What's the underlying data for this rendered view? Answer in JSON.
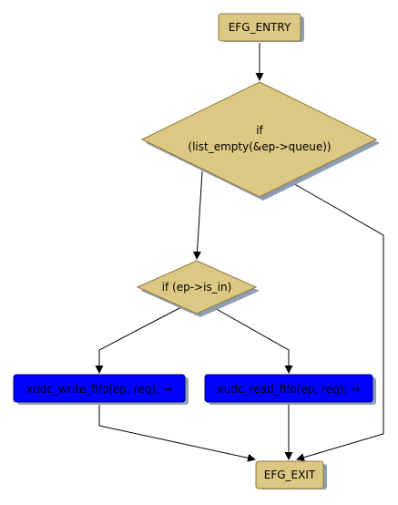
{
  "diagram": {
    "nodes": {
      "entry": {
        "label": "EFG_ENTRY",
        "shape": "rounded-rect"
      },
      "cond_queue": {
        "label_line1": "if",
        "label_line2": "(list_empty(&ep->queue))",
        "shape": "diamond"
      },
      "cond_is_in": {
        "label": "if (ep->is_in)",
        "shape": "diamond"
      },
      "write_fifo": {
        "label": "xudc_write_fifo(ep, req); →",
        "shape": "rounded-rect"
      },
      "read_fifo": {
        "label": "xudc_read_fifo(ep, req); →",
        "shape": "rounded-rect"
      },
      "exit": {
        "label": "EFG_EXIT",
        "shape": "rounded-rect"
      }
    },
    "edges": [
      {
        "from": "entry",
        "to": "cond_queue"
      },
      {
        "from": "cond_queue",
        "to": "cond_is_in"
      },
      {
        "from": "cond_queue",
        "to": "exit"
      },
      {
        "from": "cond_is_in",
        "to": "write_fifo"
      },
      {
        "from": "cond_is_in",
        "to": "read_fifo"
      },
      {
        "from": "write_fifo",
        "to": "exit"
      },
      {
        "from": "read_fifo",
        "to": "exit"
      }
    ],
    "colors": {
      "terminal_fill": "#dcc882",
      "decision_fill": "#dcc882",
      "call_fill": "#0000ff",
      "call_text": "#000000",
      "stroke": "#8c7a3c",
      "shadow": "#8e9eb4",
      "edge": "#000000"
    }
  }
}
